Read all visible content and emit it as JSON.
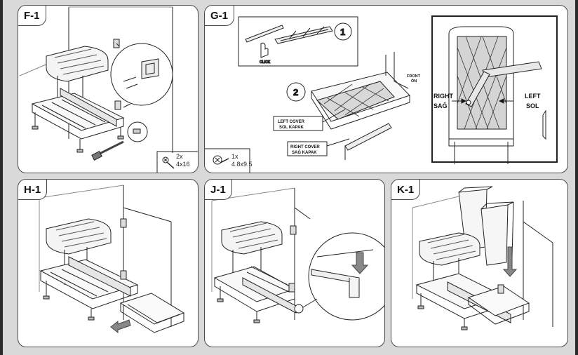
{
  "panels": [
    {
      "id": "F-1",
      "hardware": {
        "qty": "2x",
        "size": "4x16"
      }
    },
    {
      "id": "G-1",
      "hardware": {
        "qty": "1x",
        "size": "4.8x9.5"
      }
    },
    {
      "id": "H-1"
    },
    {
      "id": "J-1"
    },
    {
      "id": "K-1"
    }
  ],
  "g1": {
    "step1": "1",
    "step2": "2",
    "click": "CLICK",
    "front": "FRONT",
    "front_tr": "ÖN",
    "left_cover": "LEFT COVER",
    "left_cover_tr": "SOL KAPAK",
    "right_cover": "RIGHT COVER",
    "right_cover_tr": "SAĞ KAPAK",
    "right": "RIGHT",
    "right_tr": "SAĞ",
    "left": "LEFT",
    "left_tr": "SOL"
  }
}
